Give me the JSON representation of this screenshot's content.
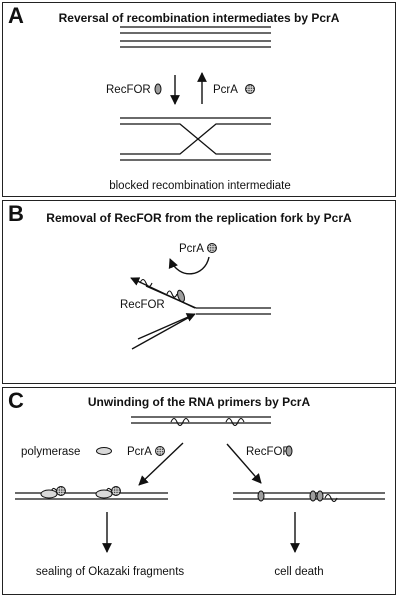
{
  "panels": [
    {
      "letter": "A",
      "title": "Reversal of recombination intermediates by PcrA",
      "labels": {
        "recfor": "RecFOR",
        "pcra": "PcrA",
        "caption": "blocked recombination intermediate"
      }
    },
    {
      "letter": "B",
      "title": "Removal of RecFOR from the replication fork by PcrA",
      "labels": {
        "pcra": "PcrA",
        "recfor": "RecFOR"
      }
    },
    {
      "letter": "C",
      "title": "Unwinding of the RNA primers by PcrA",
      "labels": {
        "polymerase": "polymerase",
        "pcra": "PcrA",
        "recfor": "RecFOR",
        "left_outcome": "sealing of Okazaki fragments",
        "right_outcome": "cell death"
      }
    }
  ]
}
